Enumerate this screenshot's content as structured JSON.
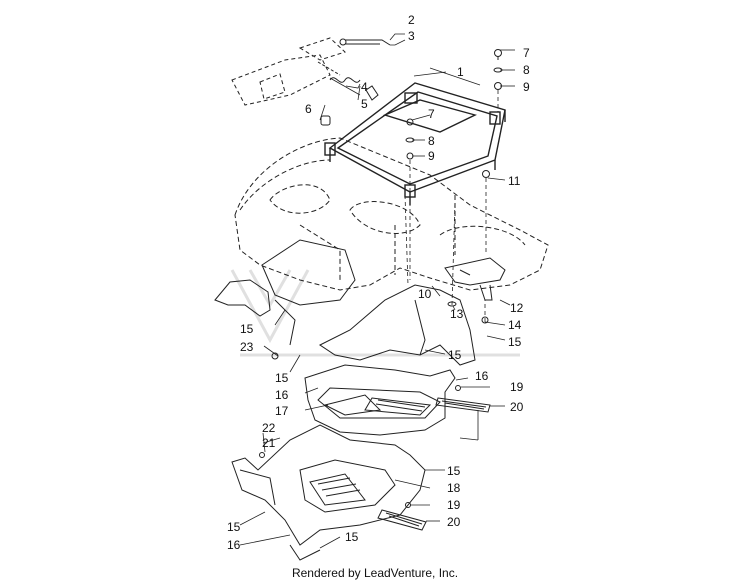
{
  "diagram": {
    "callouts": [
      "1",
      "2",
      "3",
      "4",
      "5",
      "6",
      "7",
      "8",
      "9",
      "7",
      "8",
      "9",
      "11",
      "10",
      "12",
      "13",
      "14",
      "15",
      "15",
      "15",
      "23",
      "15",
      "16",
      "16",
      "17",
      "19",
      "20",
      "22",
      "21",
      "15",
      "18",
      "19",
      "20",
      "15",
      "16",
      "15"
    ],
    "watermark_icon": "leadventure-logo-watermark"
  },
  "footer": {
    "text": "Rendered by LeadVenture, Inc."
  }
}
